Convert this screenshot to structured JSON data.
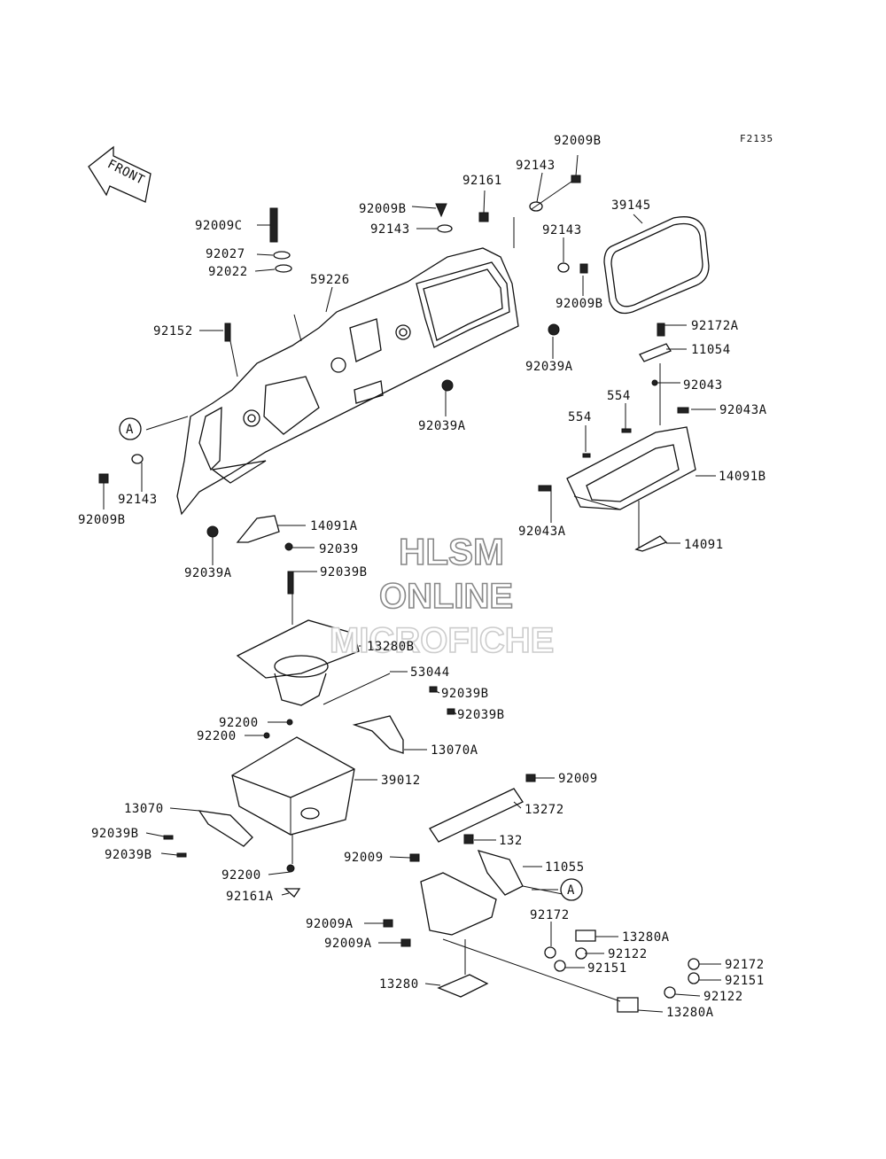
{
  "figure_code": "F2135",
  "front_arrow_text": "FRONT",
  "callout_letter": "A",
  "watermark": {
    "line1": "HLSM",
    "line2": "ONLINE",
    "line3": "MICROFICHE"
  },
  "labels": [
    "92009B",
    "92143",
    "92161",
    "92009B",
    "92143",
    "92009C",
    "92027",
    "92022",
    "59226",
    "39145",
    "92143",
    "92009B",
    "92152",
    "92039A",
    "92172A",
    "11054",
    "92043",
    "554",
    "92043A",
    "554",
    "92039A",
    "14091B",
    "92143",
    "92009B",
    "14091A",
    "92039",
    "92039A",
    "92043A",
    "14091",
    "92039B",
    "13280B",
    "53044",
    "92039B",
    "92039B",
    "92200",
    "92200",
    "13070A",
    "39012",
    "92009",
    "13272",
    "13070",
    "92039B",
    "132",
    "92039B",
    "11055",
    "92009",
    "92200",
    "92161A",
    "92172",
    "13280A",
    "92009A",
    "92009A",
    "92122",
    "92151",
    "92172",
    "92151",
    "92122",
    "13280",
    "13280A"
  ]
}
